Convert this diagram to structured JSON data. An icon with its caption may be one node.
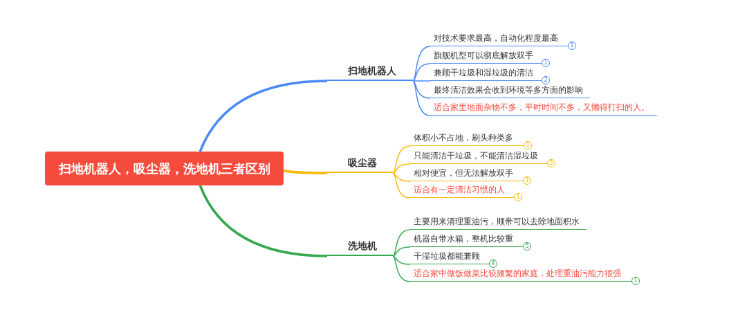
{
  "diagram": {
    "nodes": [
      {
        "text": [
          "扫地机器人，吸尘器，洗地机三者区别"
        ]
      },
      {
        "text": [
          "扫地机器人"
        ]
      },
      {
        "text": [
          "对技术要求最高，自动化程度最高"
        ],
        "beside": [
          "1"
        ]
      },
      {
        "text": [
          "旗舰机型可以彻底解放双手"
        ],
        "beside": [
          "1"
        ]
      },
      {
        "text": [
          "兼顾干垃圾和湿垃圾的清洁"
        ],
        "beside": [
          "2"
        ]
      },
      {
        "text": [
          "最终清洁效果会收到环境等多方面的影响"
        ]
      },
      {
        "text": [
          "适合家里地面杂物不多，平时时间不多，又懒得打扫的人。"
        ]
      },
      {
        "text": [
          "吸尘器"
        ]
      },
      {
        "text": [
          "体积小不占地，刷头种类多"
        ],
        "beside": [
          "1"
        ]
      },
      {
        "text": [
          "只能清洁干垃圾，不能清洁湿垃圾"
        ],
        "beside": [
          "5"
        ]
      },
      {
        "text": [
          "相对便宜，但无法解放双手"
        ],
        "beside": [
          "1"
        ]
      },
      {
        "text": [
          "适合有一定清洁习惯的人"
        ],
        "beside": [
          "1"
        ]
      },
      {
        "text": [
          "洗地机"
        ]
      },
      {
        "text": [
          "主要用来清理重油污，顺带可以去除地面积水"
        ]
      },
      {
        "text": [
          "机器自带水箱，整机比较重"
        ],
        "beside": [
          "5"
        ]
      },
      {
        "text": [
          "干湿垃圾都能兼顾"
        ],
        "beside": [
          "4"
        ]
      },
      {
        "text": [
          "适合家中做饭做菜比较频繁的家庭，处理重油污能力很强"
        ],
        "beside": [
          "1"
        ]
      }
    ],
    "edges": [
      {
        "from": 0,
        "to": 1,
        "arrow": "none",
        "style": "thick",
        "color": "#4a89f3"
      },
      {
        "from": 1,
        "to": 2,
        "arrow": "none",
        "color": "#4a89f3"
      },
      {
        "from": 1,
        "to": 3,
        "arrow": "none",
        "color": "#4a89f3"
      },
      {
        "from": 1,
        "to": 4,
        "arrow": "none",
        "color": "#4a89f3"
      },
      {
        "from": 1,
        "to": 5,
        "arrow": "none",
        "color": "#4a89f3"
      },
      {
        "from": 1,
        "to": 6,
        "arrow": "none",
        "color": "#4a89f3"
      },
      {
        "from": 0,
        "to": 7,
        "arrow": "none",
        "style": "thick",
        "color": "#f8b906"
      },
      {
        "from": 7,
        "to": 8,
        "arrow": "none",
        "color": "#f8b906"
      },
      {
        "from": 7,
        "to": 9,
        "arrow": "none",
        "color": "#f8b906"
      },
      {
        "from": 7,
        "to": 10,
        "arrow": "none",
        "color": "#f8b906"
      },
      {
        "from": 7,
        "to": 11,
        "arrow": "none",
        "color": "#f8b906"
      },
      {
        "from": 0,
        "to": 12,
        "arrow": "none",
        "style": "thick",
        "color": "#36a84f"
      },
      {
        "from": 12,
        "to": 13,
        "arrow": "none",
        "color": "#36a84f"
      },
      {
        "from": 12,
        "to": 14,
        "arrow": "none",
        "color": "#36a84f"
      },
      {
        "from": 12,
        "to": 15,
        "arrow": "none",
        "color": "#36a84f"
      },
      {
        "from": 12,
        "to": 16,
        "arrow": "none",
        "color": "#36a84f"
      }
    ]
  }
}
